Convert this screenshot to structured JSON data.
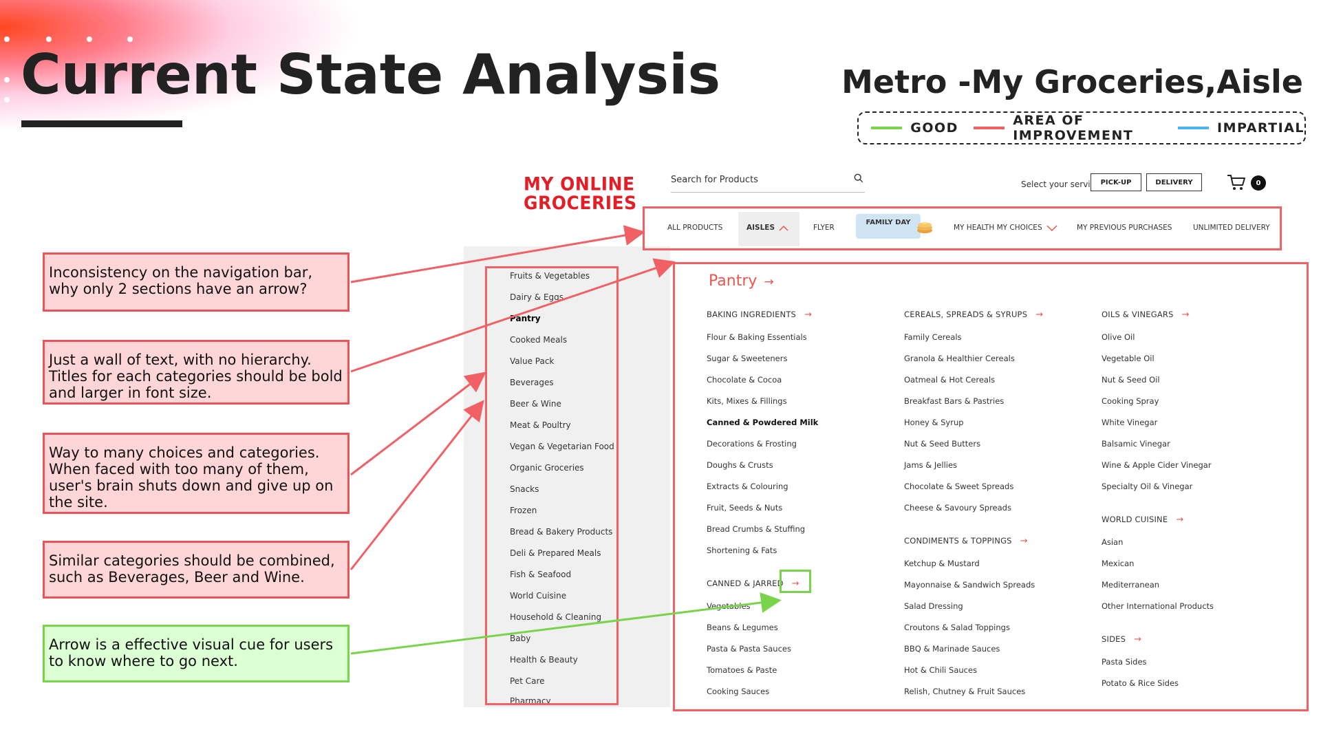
{
  "header": {
    "title": "Current State Analysis",
    "subtitle": "Metro -My Groceries,Aisle"
  },
  "legend": {
    "items": [
      {
        "label": "GOOD",
        "color": "#78d44a"
      },
      {
        "label": "AREA OF IMPROVEMENT",
        "color": "#f06064"
      },
      {
        "label": "IMPARTIAL",
        "color": "#4ab3f0"
      }
    ]
  },
  "notes": [
    {
      "text": "Inconsistency on the navigation bar, why only 2 sections have an arrow?",
      "type": "improvement"
    },
    {
      "text": "Just a wall of text, with no hierarchy. Titles for each categories  should be bold and larger in font size.",
      "type": "improvement"
    },
    {
      "text": "Way to many choices and categories. When faced with too many of them, user's brain shuts down and give up on the site.",
      "type": "improvement"
    },
    {
      "text": "Similar categories should be combined, such as Beverages, Beer and Wine.",
      "type": "improvement"
    },
    {
      "text": "Arrow is a effective visual cue for users to know where to go next.",
      "type": "good"
    }
  ],
  "site": {
    "brand_line1": "MY ONLINE",
    "brand_line2": "GROCERIES",
    "search_placeholder": "Search for Products",
    "service_label": "Select your service",
    "pickup_label": "PICK-UP",
    "delivery_label": "DELIVERY",
    "cart_count": "0",
    "nav": {
      "all_products": "ALL PRODUCTS",
      "aisles": "AISLES",
      "flyer": "FLYER",
      "family_day": "FAMILY DAY",
      "health": "MY HEALTH MY CHOICES",
      "previous": "MY PREVIOUS PURCHASES",
      "unlimited": "UNLIMITED DELIVERY"
    },
    "aisles": [
      "Fruits & Vegetables",
      "Dairy & Eggs",
      "Pantry",
      "Cooked Meals",
      "Value Pack",
      "Beverages",
      "Beer & Wine",
      "Meat & Poultry",
      "Vegan & Vegetarian Food",
      "Organic Groceries",
      "Snacks",
      "Frozen",
      "Bread & Bakery Products",
      "Deli & Prepared Meals",
      "Fish & Seafood",
      "World Cuisine",
      "Household & Cleaning",
      "Baby",
      "Health & Beauty",
      "Pet Care",
      "Pharmacy"
    ],
    "pantry_title": "Pantry",
    "columns": {
      "col1": {
        "group1_head": "BAKING INGREDIENTS",
        "group1": [
          "Flour & Baking Essentials",
          "Sugar & Sweeteners",
          "Chocolate & Cocoa",
          "Kits, Mixes & Fillings",
          "Canned & Powdered Milk",
          "Decorations & Frosting",
          "Doughs & Crusts",
          "Extracts & Colouring",
          "Fruit, Seeds & Nuts",
          "Bread Crumbs & Stuffing",
          "Shortening & Fats"
        ],
        "group2_head": "CANNED & JARRED",
        "group2": [
          "Vegetables",
          "Beans & Legumes",
          "Pasta & Pasta Sauces",
          "Tomatoes & Paste",
          "Cooking Sauces"
        ]
      },
      "col2": {
        "group1_head": "CEREALS, SPREADS & SYRUPS",
        "group1": [
          "Family Cereals",
          "Granola & Healthier Cereals",
          "Oatmeal & Hot Cereals",
          "Breakfast Bars & Pastries",
          "Honey & Syrup",
          "Nut & Seed Butters",
          "Jams & Jellies",
          "Chocolate & Sweet Spreads",
          "Cheese & Savoury Spreads"
        ],
        "group2_head": "CONDIMENTS & TOPPINGS",
        "group2": [
          "Ketchup & Mustard",
          "Mayonnaise & Sandwich Spreads",
          "Salad Dressing",
          "Croutons & Salad Toppings",
          "BBQ & Marinade Sauces",
          "Hot & Chili Sauces",
          "Relish, Chutney & Fruit Sauces"
        ]
      },
      "col3": {
        "group1_head": "OILS & VINEGARS",
        "group1": [
          "Olive Oil",
          "Vegetable Oil",
          "Nut & Seed Oil",
          "Cooking Spray",
          "White Vinegar",
          "Balsamic Vinegar",
          "Wine & Apple Cider Vinegar",
          "Specialty Oil & Vinegar"
        ],
        "group2_head": "WORLD CUISINE",
        "group2": [
          "Asian",
          "Mexican",
          "Mediterranean",
          "Other International Products"
        ],
        "group3_head": "SIDES",
        "group3": [
          "Pasta Sides",
          "Potato & Rice Sides"
        ]
      }
    }
  }
}
